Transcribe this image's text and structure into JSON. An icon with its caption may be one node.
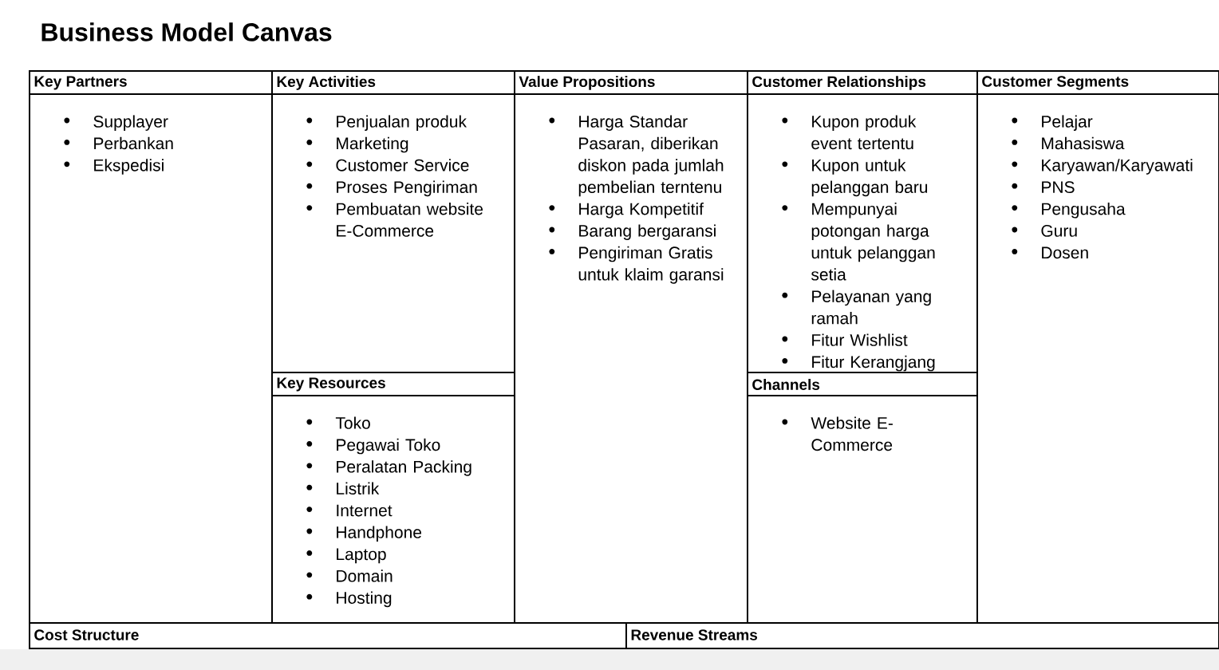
{
  "diagram": {
    "title": "Business Model Canvas",
    "nodes": [
      {
        "text": [
          "Key Partners",
          "Supplayer",
          "Perbankan",
          "Ekspedisi"
        ]
      },
      {
        "text": [
          "Key Activities",
          "Penjualan produk",
          "Marketing",
          "Customer Service",
          "Proses Pengiriman",
          "Pembuatan website E-Commerce"
        ]
      },
      {
        "text": [
          "Key Resources",
          "Toko",
          "Pegawai Toko",
          "Peralatan Packing",
          "Listrik",
          "Internet",
          "Handphone",
          "Laptop",
          "Domain",
          "Hosting"
        ]
      },
      {
        "text": [
          "Value Propositions",
          "Harga Standar Pasaran, diberikan diskon pada jumlah pembelian terntenu",
          "Harga Kompetitif",
          "Barang bergaransi",
          "Pengiriman Gratis untuk klaim garansi"
        ]
      },
      {
        "text": [
          "Customer Relationships",
          "Kupon produk event tertentu",
          "Kupon untuk pelanggan baru",
          "Mempunyai potongan harga untuk pelanggan setia",
          "Pelayanan yang ramah",
          "Fitur Wishlist",
          "Fitur Kerangjang"
        ]
      },
      {
        "text": [
          "Channels",
          "Website E- Commerce"
        ]
      },
      {
        "text": [
          "Customer Segments",
          "Pelajar",
          "Mahasiswa",
          "Karyawan/Karyawati",
          "PNS",
          "Pengusaha",
          "Guru",
          "Dosen"
        ]
      },
      {
        "text": [
          "Cost Structure"
        ]
      },
      {
        "text": [
          "Revenue Streams"
        ]
      }
    ]
  }
}
